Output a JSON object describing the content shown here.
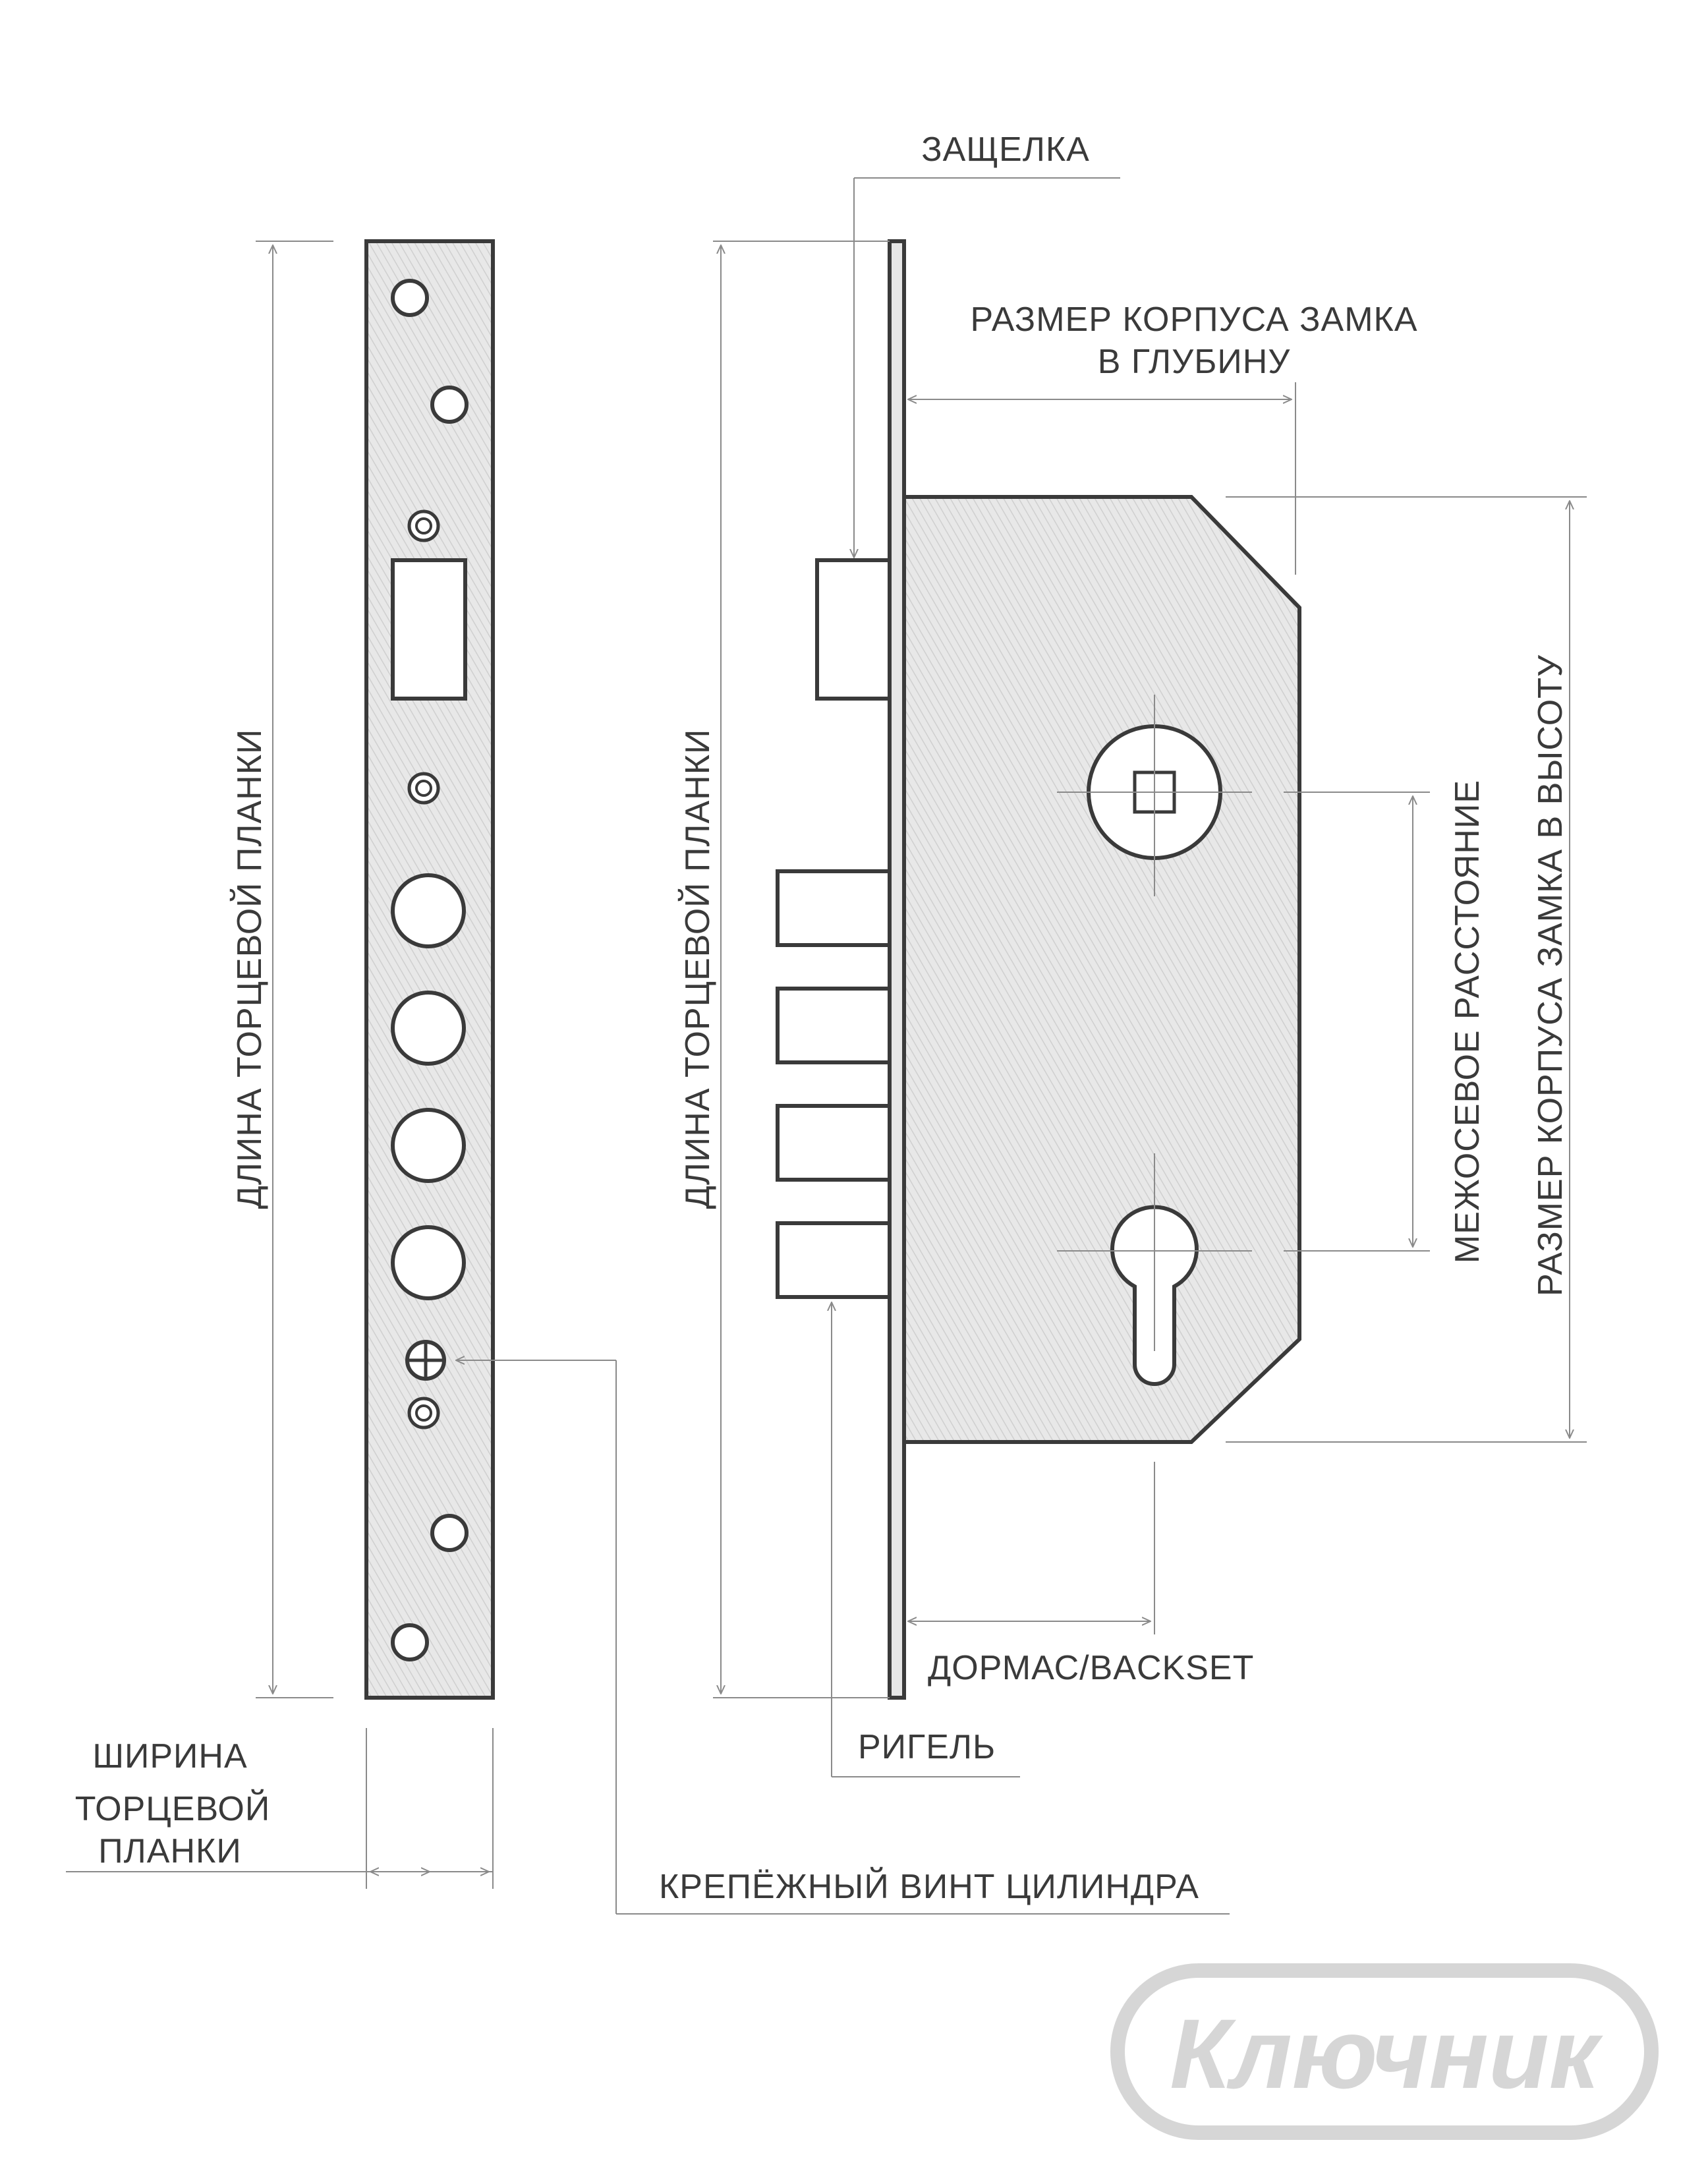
{
  "labels": {
    "latch": "ЗАЩЕЛКА",
    "body_depth_line1": "РАЗМЕР КОРПУСА ЗАМКА",
    "body_depth_line2": "В ГЛУБИНУ",
    "faceplate_length_left": "ДЛИНА ТОРЦЕВОЙ ПЛАНКИ",
    "faceplate_length_right": "ДЛИНА ТОРЦЕВОЙ ПЛАНКИ",
    "center_distance": "МЕЖОСЕВОЕ РАССТОЯНИЕ",
    "body_height": "РАЗМЕР КОРПУСА ЗАМКА В ВЫСОТУ",
    "backset": "ДОРМАС/BACKSET",
    "bolt": "РИГЕЛЬ",
    "cylinder_screw": "КРЕПЁЖНЫЙ ВИНТ ЦИЛИНДРА",
    "faceplate_width_line1": "ШИРИНА",
    "faceplate_width_line2": "ТОРЦЕВОЙ",
    "faceplate_width_line3": "ПЛАНКИ"
  },
  "logo": {
    "text": "Ключник"
  },
  "colors": {
    "stroke": "#3a3a3a",
    "dim_line": "#8a8a8a",
    "fill": "#e6e6e6",
    "logo": "#d6d6d6"
  }
}
